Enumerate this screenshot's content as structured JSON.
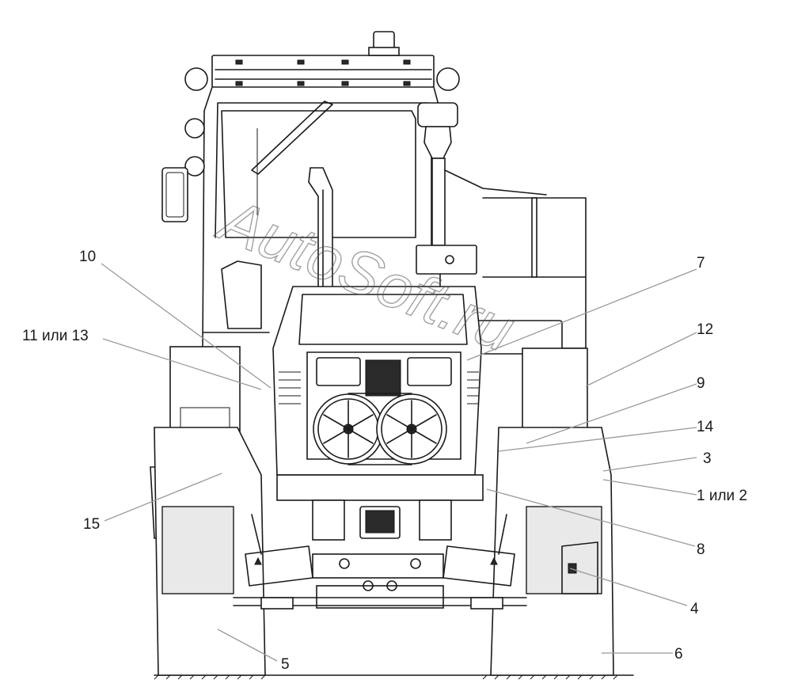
{
  "watermark": "AutoSoft.ru",
  "callouts": {
    "c1": "1 или 2",
    "c3": "3",
    "c4": "4",
    "c5": "5",
    "c6": "6",
    "c7": "7",
    "c8": "8",
    "c9": "9",
    "c10": "10",
    "c11": "11 или 13",
    "c12": "12",
    "c14": "14",
    "c15": "15"
  }
}
